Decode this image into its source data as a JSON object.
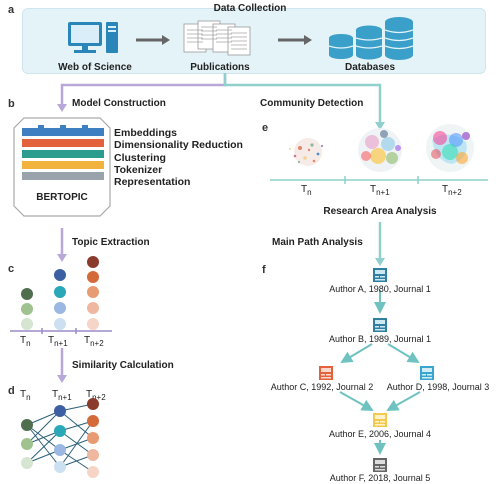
{
  "panel_a": {
    "letter": "a",
    "title": "Data Collection",
    "items": [
      "Web of Science",
      "Publications",
      "Databases"
    ]
  },
  "panel_b": {
    "letter": "b",
    "title": "Model Construction",
    "layers": [
      "Embeddings",
      "Dimensionality Reduction",
      "Clustering",
      "Tokenizer",
      "Representation"
    ],
    "model_name": "BERTOPIC"
  },
  "panel_c": {
    "letter": "c",
    "title": "Topic Extraction",
    "periods": [
      "T",
      "T",
      "T"
    ],
    "period_subs": [
      "n",
      "n+1",
      "n+2"
    ]
  },
  "panel_d": {
    "letter": "d",
    "title": "Similarity Calculation",
    "periods": [
      "T",
      "T",
      "T"
    ],
    "period_subs": [
      "n",
      "n+1",
      "n+2"
    ]
  },
  "panel_e": {
    "letter": "e",
    "title": "Community Detection",
    "periods": [
      "T",
      "T",
      "T"
    ],
    "period_subs": [
      "n",
      "n+1",
      "n+2"
    ],
    "caption": "Research Area Analysis"
  },
  "panel_f": {
    "letter": "f",
    "title": "Main Path Analysis",
    "nodes": [
      "Author A, 1980, Journal 1",
      "Author B, 1989, Journal 1",
      "Author C, 1992, Journal 2",
      "Author D, 1998, Journal 3",
      "Author E, 2006, Journal 4",
      "Author F, 2018, Journal 5"
    ]
  },
  "colors": {
    "accent_teal": "#2a9db0",
    "arrow_grey": "#666666",
    "flow_purple": "#b7a8d9",
    "flow_teal": "#8fd0cc",
    "banner_bg": "#e4f3f8"
  }
}
